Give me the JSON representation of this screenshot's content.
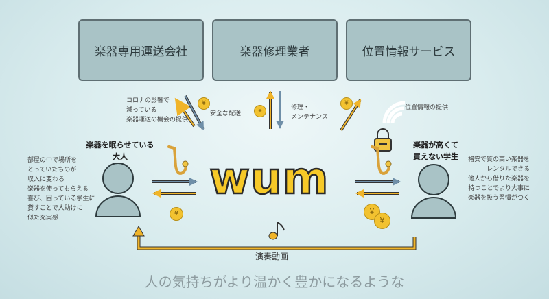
{
  "boxes": {
    "transport": "楽器専用運送会社",
    "repair": "楽器修理業者",
    "location": "位置情報サービス"
  },
  "notes": {
    "corona": [
      "コロナの影響で",
      "減っている",
      "楽器運送の機会の提供"
    ],
    "safe_delivery": "安全な配送",
    "repair_maint": [
      "修理・",
      "メンテナンス"
    ],
    "location_provide": "位置情報の提供"
  },
  "adult": {
    "title": [
      "楽器を眠らせている",
      "大人"
    ],
    "description": [
      "部屋の中で場所を",
      "とっていたものが",
      "収入に変わる",
      "楽器を使ってもらえる",
      "喜び、困っている学生に",
      "貸すことで人助けに",
      "似た充実感"
    ]
  },
  "student": {
    "title": [
      "楽器が高くて",
      "買えない学生"
    ],
    "description": [
      "格安で質の高い楽器を",
      "レンタルできる",
      "他人から借りた楽器を",
      "持つことでより大事に",
      "楽器を扱う習慣がつく"
    ]
  },
  "logo": "wum",
  "performance_video": "演奏動画",
  "caption": "人の気持ちがより温かく豊かになるような",
  "coin_symbol": "¥",
  "colors": {
    "box_fill": "#a9c3c6",
    "logo_yellow": "#f6c928",
    "arrow_yellow": "#f0b429",
    "arrow_blue": "#6f8fa8",
    "coin": "#f2c230"
  }
}
